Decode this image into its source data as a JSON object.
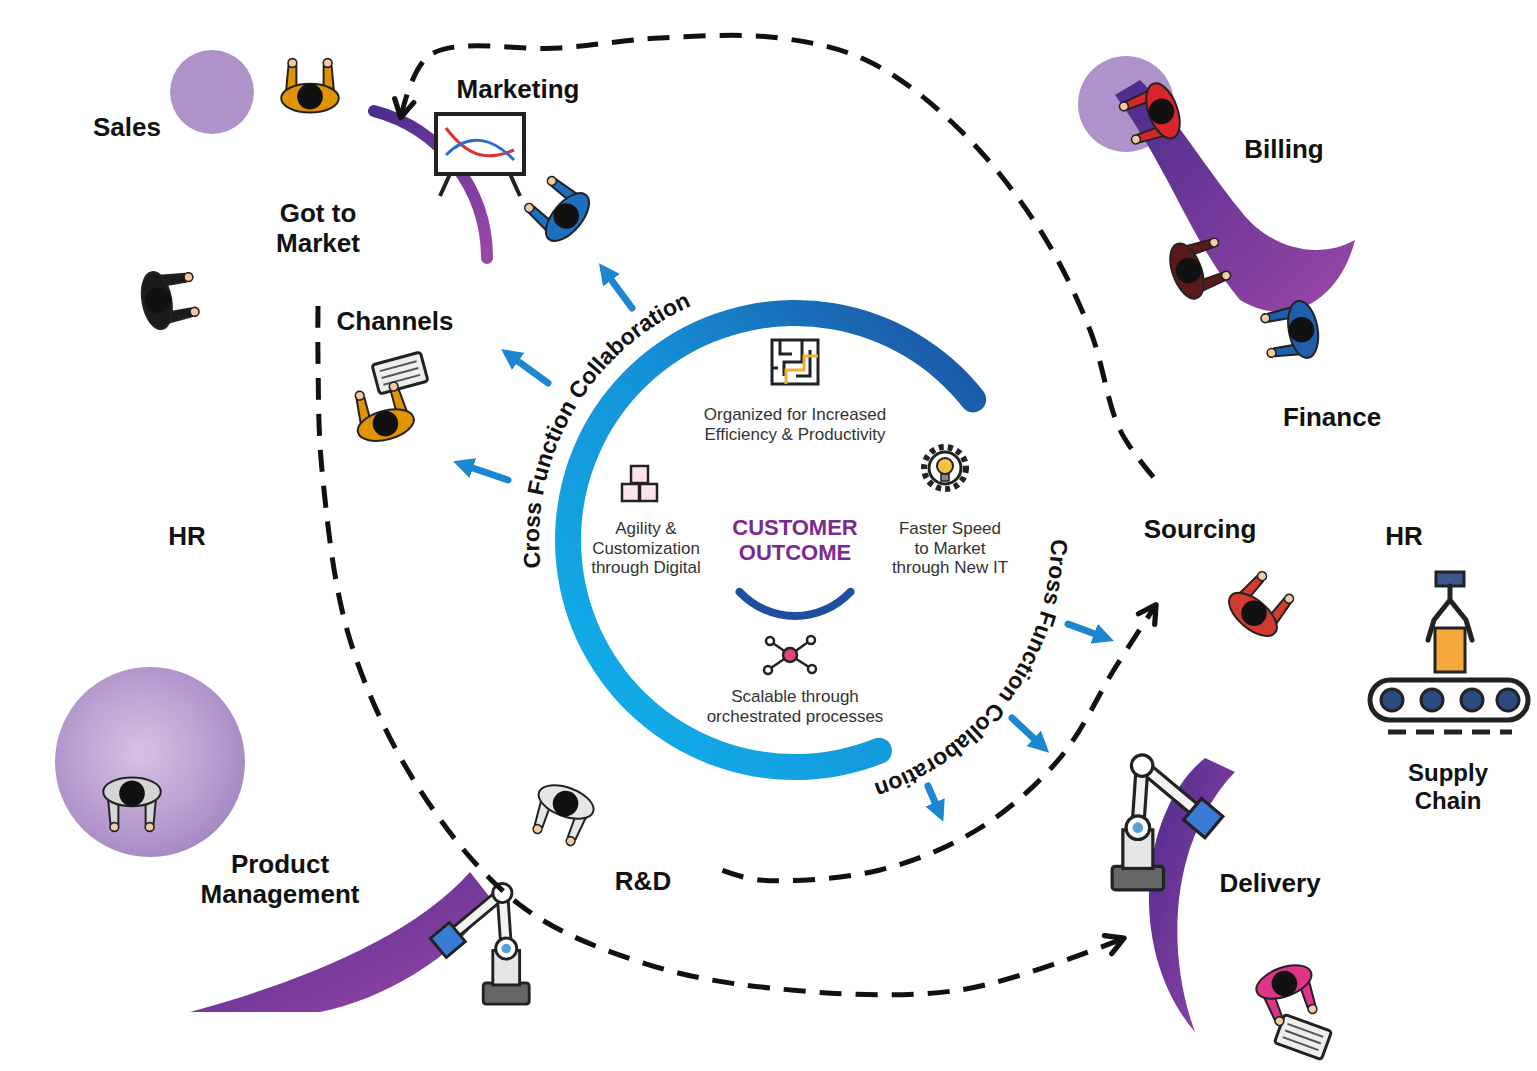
{
  "diagram": {
    "nodes": [
      {
        "text": [
          "Sales"
        ]
      },
      {
        "text": [
          "Channels"
        ]
      },
      {
        "text": [
          "Got to Market"
        ],
        "in": 1
      },
      {
        "text": [
          "Organized for Increased Efficiency & Productivity",
          "Agility & Customization through Digital",
          "Faster Speed to Market through New IT",
          "Scalable through orchestrated processes"
        ]
      },
      {
        "text": [
          "CUSTOMER OUTCOME"
        ],
        "in": 3
      },
      {
        "text": [
          "Billing"
        ]
      },
      {
        "text": [
          "Finance"
        ]
      },
      {
        "text": [
          "Sourcing"
        ]
      },
      {
        "text": [
          "Delivery"
        ]
      },
      {
        "text": [
          "R&D"
        ]
      },
      {
        "text": [
          "Product Management"
        ]
      }
    ],
    "edges": [
      {
        "from": 2,
        "to": 8,
        "arrow": "to"
      },
      {
        "from": 9,
        "to": 7,
        "arrow": "to"
      },
      {
        "from": 7,
        "to": 1,
        "arrow": "to"
      }
    ],
    "labels": [
      "Marketing",
      "Cross Function Collaboration",
      "HR",
      "Cross Function Collaboration",
      "HR",
      "Supply Chain"
    ]
  }
}
